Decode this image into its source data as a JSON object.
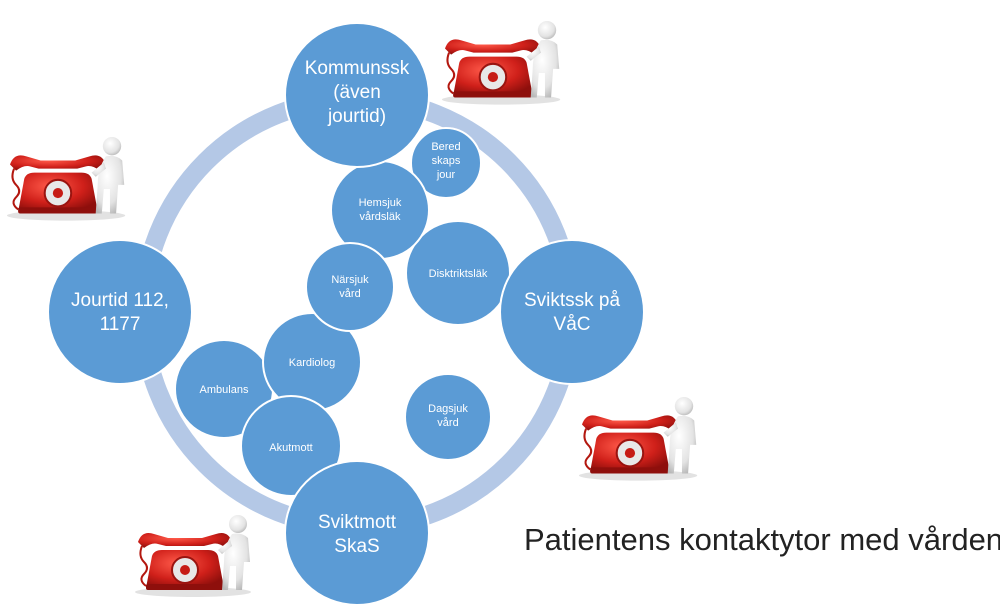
{
  "diagram": {
    "caption": "Patientens kontaktytor med vården",
    "ring_color": "#b4c8e6",
    "node_color": "#5b9bd5",
    "node_stroke": "#ffffff",
    "major_nodes": [
      {
        "id": "kommunssk",
        "lines": [
          "Kommunssk",
          "(även",
          "jourtid)"
        ]
      },
      {
        "id": "jourtid",
        "lines": [
          "Jourtid 112,",
          "1177"
        ]
      },
      {
        "id": "sviktssk",
        "lines": [
          "Sviktssk på",
          "VåC"
        ]
      },
      {
        "id": "sviktmott",
        "lines": [
          "Sviktmott",
          "SkaS"
        ]
      }
    ],
    "minor_nodes": [
      {
        "id": "beredskapsjour",
        "lines": [
          "Bered",
          "skaps",
          "jour"
        ]
      },
      {
        "id": "hemsjukvardslak",
        "lines": [
          "Hemsjuk",
          "vårdsläk"
        ]
      },
      {
        "id": "disktriktslak",
        "lines": [
          "Disktriktsläk"
        ]
      },
      {
        "id": "narsjukvard",
        "lines": [
          "Närsjuk",
          "vård"
        ]
      },
      {
        "id": "kardiolog",
        "lines": [
          "Kardiolog"
        ]
      },
      {
        "id": "ambulans",
        "lines": [
          "Ambulans"
        ]
      },
      {
        "id": "akutmott",
        "lines": [
          "Akutmott"
        ]
      },
      {
        "id": "dagsjukvard",
        "lines": [
          "Dagsjuk",
          "vård"
        ]
      }
    ],
    "phone_icons": [
      "telephone-icon",
      "telephone-icon",
      "telephone-icon",
      "telephone-icon"
    ]
  }
}
